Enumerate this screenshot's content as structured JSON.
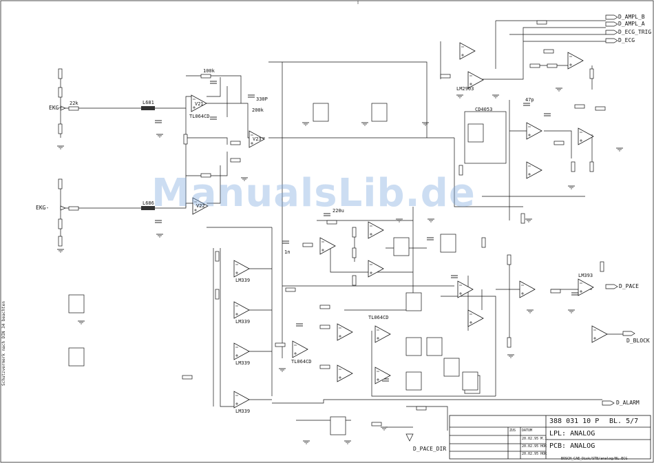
{
  "watermark": "ManualsLib.de",
  "side_note": "Schutzvermerk nach DIN 34 beachten",
  "ports": {
    "input_pos": "EKG+",
    "input_neg": "EKG-",
    "out_ampl_b": "D_AMPL_B",
    "out_ampl_a": "D_AMPL_A",
    "out_ecg_trig": "D_ECG_TRIG",
    "out_ecg": "D_ECG",
    "out_pace": "D_PACE",
    "out_block": "D_BLOCK",
    "out_alarm": "D_ALARM",
    "out_pace_dir": "D_PACE_DIR"
  },
  "parts": {
    "l_top": "L681",
    "l_bot": "L686",
    "ic_v21": "V21",
    "ic_v22": "V22",
    "ic_v23": "V23",
    "lm339_1": "LM339",
    "lm339_2": "LM339",
    "lm339_3": "LM339",
    "lm339_4": "LM339",
    "tl064a": "TL064CD",
    "tl064b": "TL064CD",
    "tl064c": "TL064CD",
    "lm2903": "LM2903",
    "cd4053": "CD4053",
    "lm393": "LM393",
    "r_100k": "100k",
    "r_200k": "200k",
    "r_22k": "22k",
    "c_330p": "330P",
    "c_1n": "1n",
    "c_47p": "47p",
    "c_220u": "220u"
  },
  "title_block": {
    "doc_number": "388 031 10 P",
    "sheet": "BL. 5/7",
    "line1": "LPL: ANALOG",
    "line2": "PCB: ANALOG",
    "file": "BOSCH_CAE_Disk/STB/analog/BL.ECG",
    "dates": [
      "20.02.95 M.J.",
      "20.02.95 HOK",
      "20.02.95 HOK"
    ],
    "zus": "ZUS",
    "datum": "DATUM"
  }
}
